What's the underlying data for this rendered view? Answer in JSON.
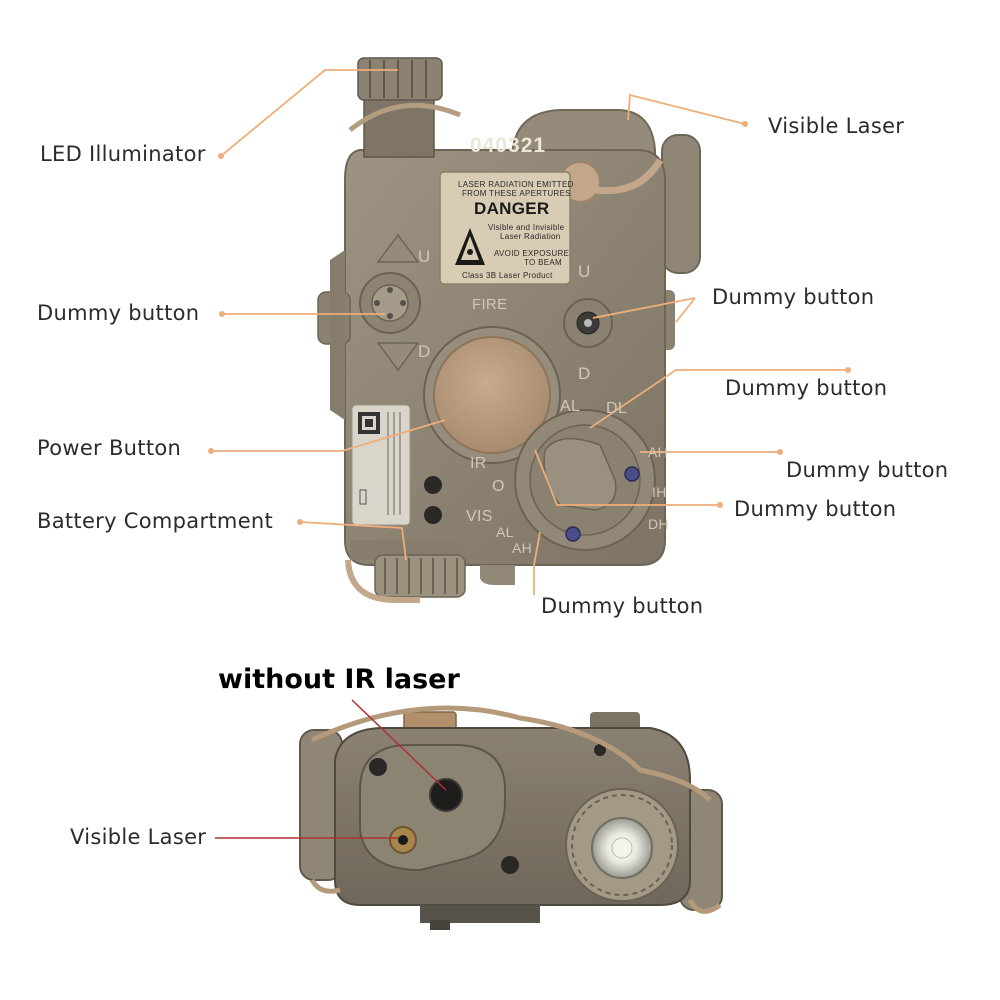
{
  "labels": {
    "led_illuminator": "LED Illuminator",
    "visible_laser_top": "Visible Laser",
    "dummy_button_left": "Dummy button",
    "dummy_button_right_1": "Dummy button",
    "dummy_button_right_2": "Dummy button",
    "dummy_button_right_3": "Dummy button",
    "dummy_button_right_4": "Dummy button",
    "dummy_button_bottom": "Dummy button",
    "power_button": "Power Button",
    "battery_compartment": "Battery Compartment",
    "visible_laser_bottom": "Visible Laser"
  },
  "heading": "without IR laser",
  "device": {
    "serial": "040321",
    "warning_top": "LASER RADIATION EMITTED",
    "warning_top2": "FROM THESE APERTURES",
    "danger": "DANGER",
    "warning_body1": "Visible and Invisible",
    "warning_body2": "Laser Radiation",
    "avoid1": "AVOID EXPOSURE",
    "avoid2": "TO BEAM",
    "class": "Class 3B Laser Product",
    "fire": "FIRE",
    "u_left": "U",
    "d_left": "D",
    "u_right": "U",
    "d_right": "D",
    "al": "AL",
    "dl": "DL",
    "ah": "AH",
    "ih": "IH",
    "dh": "DH",
    "ir": "IR",
    "o": "O",
    "vis": "VIS",
    "al2": "AL",
    "ah2": "AH"
  },
  "colors": {
    "leader_line": "#eeae7a",
    "body": "#8c8273",
    "panel": "#d8ccb4",
    "red_line": "#b03030"
  }
}
